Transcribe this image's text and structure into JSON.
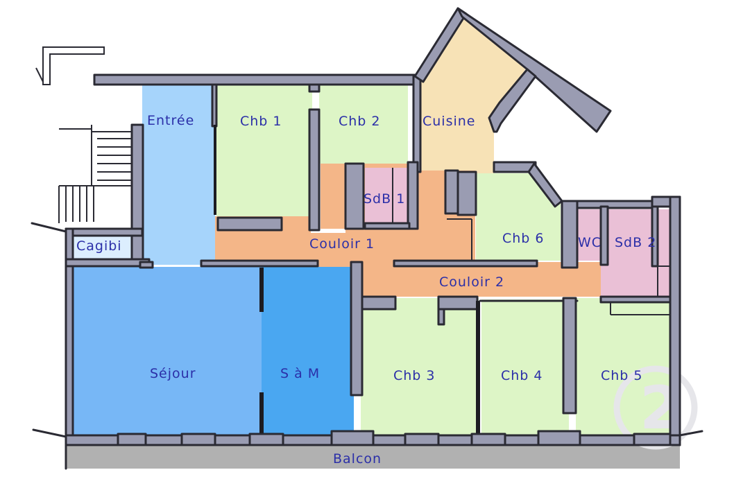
{
  "colors": {
    "entree": "#a6d4fb",
    "cagibi": "#dceefe",
    "bedroom": "#ddf5c6",
    "cuisine": "#f7e2b6",
    "couloir": "#f4b688",
    "bathroom": "#eac0d6",
    "sejour": "#77b7f6",
    "sam": "#4aa7f1",
    "balcon": "#b1b1b1",
    "wall": "#9a9cb2",
    "label": "#2b2fa8"
  },
  "rooms": {
    "entree": "Entrée",
    "chb1": "Chb 1",
    "chb2": "Chb 2",
    "cuisine": "Cuisine",
    "sdb1": "SdB 1",
    "couloir1": "Couloir 1",
    "chb6": "Chb 6",
    "wc": "WC",
    "sdb2": "SdB 2",
    "cagibi": "Cagibi",
    "couloir2": "Couloir 2",
    "sejour": "Séjour",
    "sam": "S à M",
    "chb3": "Chb 3",
    "chb4": "Chb 4",
    "chb5": "Chb 5",
    "balcon": "Balcon"
  },
  "watermark": "2"
}
